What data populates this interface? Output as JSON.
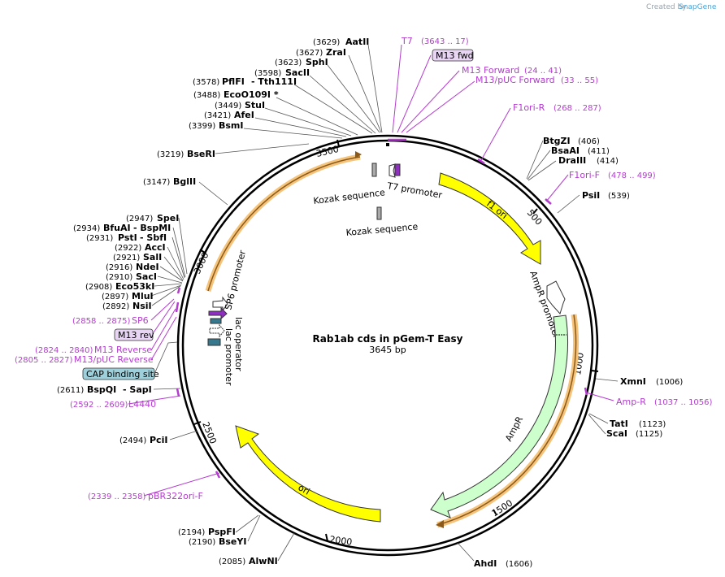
{
  "credit": {
    "text": "Created by",
    "brand": "SnapGene"
  },
  "plasmid": {
    "name": "Rab1ab cds in pGem-T Easy",
    "length": "3645 bp"
  },
  "ticks": [
    "500",
    "1000",
    "1500",
    "2000",
    "2500",
    "3000",
    "3500"
  ],
  "sites": [
    {
      "pos": "(3629)",
      "name": "AatII"
    },
    {
      "pos": "(3627)",
      "name": "ZraI"
    },
    {
      "pos": "(3623)",
      "name": "SphI"
    },
    {
      "pos": "(3598)",
      "name": "SacII"
    },
    {
      "pos": "(3578)",
      "name": "PflFI",
      "extra": "- Tth111I"
    },
    {
      "pos": "(3488)",
      "name": "EcoO109I *"
    },
    {
      "pos": "(3449)",
      "name": "StuI"
    },
    {
      "pos": "(3421)",
      "name": "AfeI"
    },
    {
      "pos": "(3399)",
      "name": "BsmI"
    },
    {
      "pos": "(3219)",
      "name": "BseRI"
    },
    {
      "pos": "(3147)",
      "name": "BglII"
    },
    {
      "pos": "(2947)",
      "name": "SpeI"
    },
    {
      "pos": "(2934)",
      "name": "BfuAI",
      "extra": "- BspMI"
    },
    {
      "pos": "(2931)",
      "name": "PstI",
      "extra": "- SbfI"
    },
    {
      "pos": "(2922)",
      "name": "AccI"
    },
    {
      "pos": "(2921)",
      "name": "SalI"
    },
    {
      "pos": "(2916)",
      "name": "NdeI"
    },
    {
      "pos": "(2910)",
      "name": "SacI"
    },
    {
      "pos": "(2908)",
      "name": "Eco53kI"
    },
    {
      "pos": "(2897)",
      "name": "MluI"
    },
    {
      "pos": "(2892)",
      "name": "NsiI"
    },
    {
      "pos": "(2611)",
      "name": "BspQI",
      "extra": "- SapI"
    },
    {
      "pos": "(2494)",
      "name": "PciI"
    },
    {
      "pos": "(2194)",
      "name": "PspFI"
    },
    {
      "pos": "(2190)",
      "name": "BseYI"
    },
    {
      "pos": "(2085)",
      "name": "AlwNI"
    },
    {
      "pos": "(1606)",
      "name": "AhdI"
    },
    {
      "pos": "(1123)",
      "name": "TatI"
    },
    {
      "pos": "(1125)",
      "name": "ScaI"
    },
    {
      "pos": "(1006)",
      "name": "XmnI"
    },
    {
      "pos": "(539)",
      "name": "PsiI"
    },
    {
      "pos": "(414)",
      "name": "DraIII"
    },
    {
      "pos": "(411)",
      "name": "BsaAI"
    },
    {
      "pos": "(406)",
      "name": "BtgZI"
    }
  ],
  "primers": [
    {
      "name": "T7",
      "pos": "(3643 .. 17)"
    },
    {
      "name": "M13 fwd"
    },
    {
      "name": "M13 Forward",
      "pos": "(24 .. 41)"
    },
    {
      "name": "M13/pUC Forward",
      "pos": "(33 .. 55)"
    },
    {
      "name": "F1ori-R",
      "pos": "(268 .. 287)"
    },
    {
      "name": "F1ori-F",
      "pos": "(478 .. 499)"
    },
    {
      "name": "Amp-R",
      "pos": "(1037 .. 1056)"
    },
    {
      "name": "pBR322ori-F",
      "pos": "(2339 .. 2358)"
    },
    {
      "name": "L4440",
      "pos": "(2592 .. 2609)"
    },
    {
      "name": "M13/pUC Reverse",
      "pos": "(2805 .. 2827)"
    },
    {
      "name": "M13 Reverse",
      "pos": "(2824 .. 2840)"
    },
    {
      "name": "M13 rev"
    },
    {
      "name": "SP6",
      "pos": "(2858 .. 2875)"
    }
  ],
  "features": [
    {
      "name": "f1 ori",
      "color": "#ffff00"
    },
    {
      "name": "AmpR promoter",
      "color": "#ffffff"
    },
    {
      "name": "AmpR",
      "color": "#ccffcc"
    },
    {
      "name": "ori",
      "color": "#ffff00"
    },
    {
      "name": "SP6 promoter",
      "color": "#ffffff"
    },
    {
      "name": "lac operator",
      "color": "#ffffff"
    },
    {
      "name": "lac promoter",
      "color": "#ffffff"
    },
    {
      "name": "CAP binding site",
      "color": "#9ed0db"
    },
    {
      "name": "T7 promoter",
      "color": "#ffffff"
    },
    {
      "name": "Kozak sequence",
      "color": "#aaaaaa"
    },
    {
      "name": "Kozak sequence",
      "color": "#aaaaaa"
    }
  ],
  "colors": {
    "primer": "#b43ccf",
    "orf_highlight": "#f5c37a",
    "bsmark": "#e8d5f3"
  }
}
